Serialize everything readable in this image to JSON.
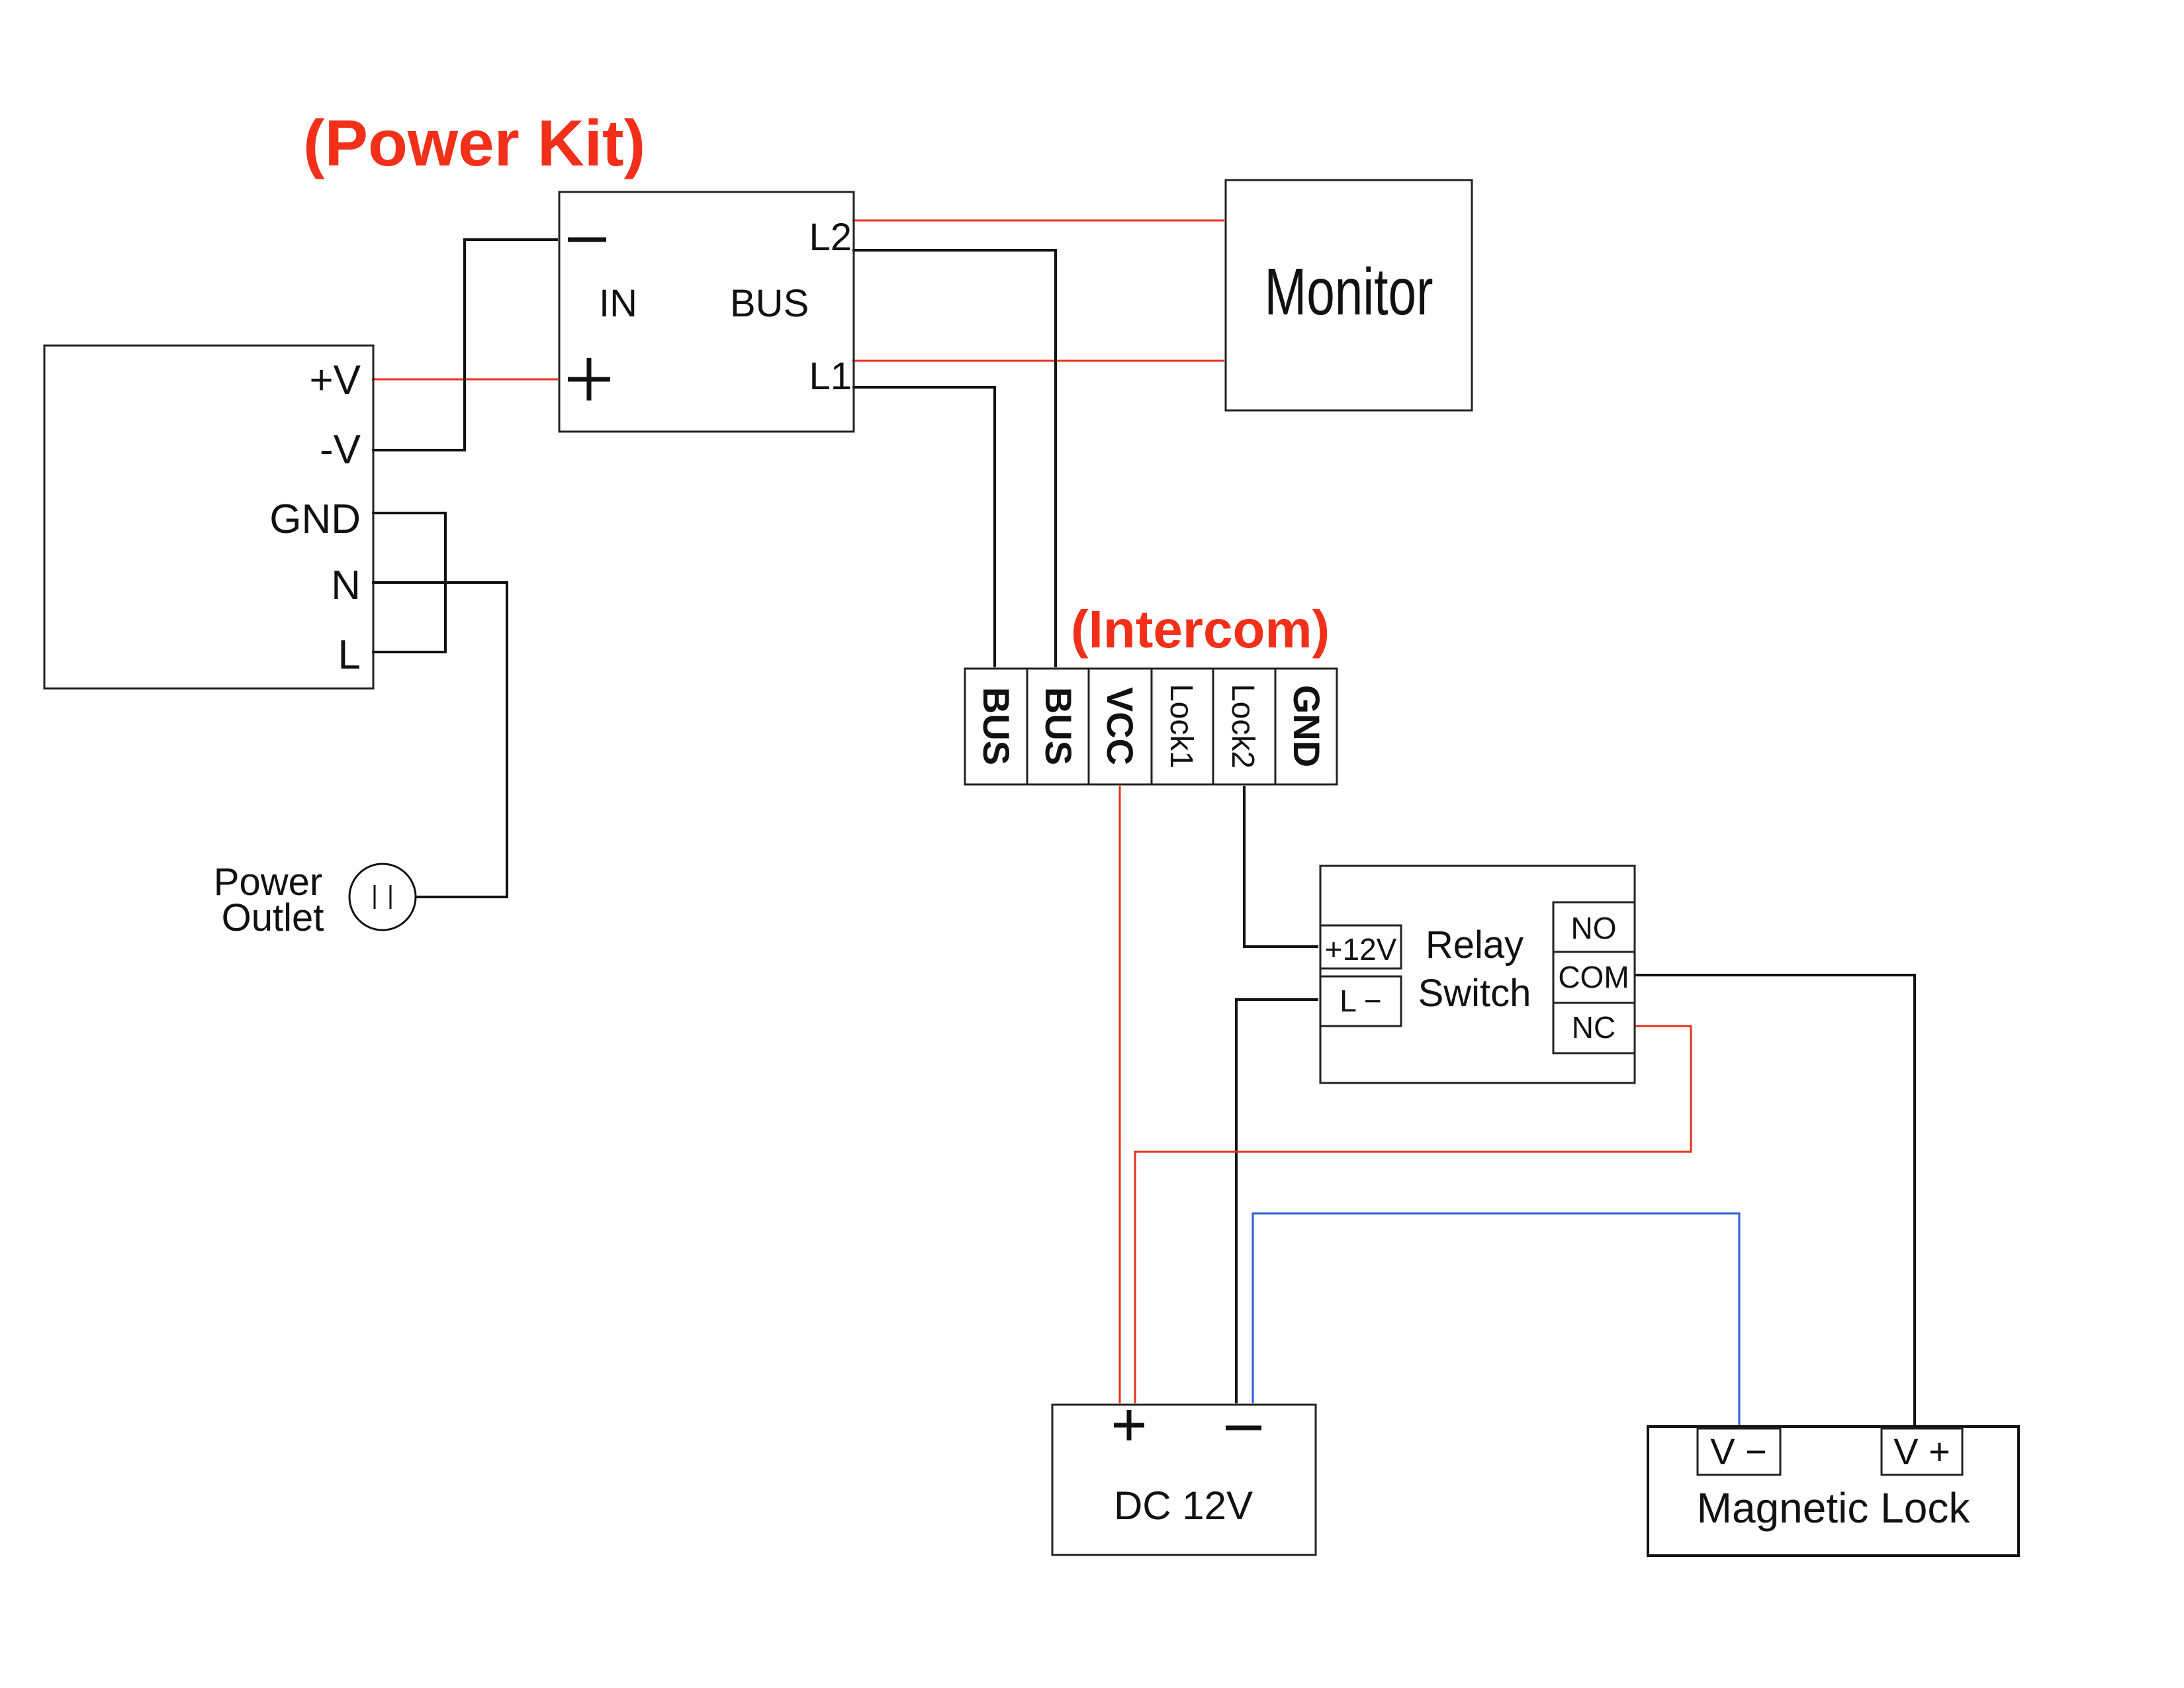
{
  "colors": {
    "wire_black": "#111111",
    "wire_red": "#e8301c",
    "wire_blue": "#2a5fd8",
    "heading_red": "#f2301a"
  },
  "power_kit": {
    "heading": "(Power Kit)",
    "minus_symbol": "−",
    "plus_symbol": "+",
    "in_label": "IN",
    "bus_label": "BUS",
    "l2_label": "L2",
    "l1_label": "L1"
  },
  "monitor": {
    "label": "Monitor"
  },
  "power_supply": {
    "terminals": [
      "+V",
      "-V",
      "GND",
      "N",
      "L"
    ]
  },
  "power_outlet": {
    "label_line1": "Power",
    "label_line2": "Outlet",
    "icon": "outlet-icon"
  },
  "intercom": {
    "heading": "(Intercom)",
    "terminals": [
      "BUS",
      "BUS",
      "VCC",
      "Lock1",
      "Lock2",
      "GND"
    ]
  },
  "relay": {
    "title_line1": "Relay",
    "title_line2": "Switch",
    "input_terminals": [
      "+12V",
      "L −"
    ],
    "output_terminals": [
      "NO",
      "COM",
      "NC"
    ]
  },
  "dc_supply": {
    "label": "DC 12V",
    "plus_symbol": "+",
    "minus_symbol": "−"
  },
  "magnetic_lock": {
    "label": "Magnetic Lock",
    "terminals": [
      "V −",
      "V +"
    ]
  }
}
